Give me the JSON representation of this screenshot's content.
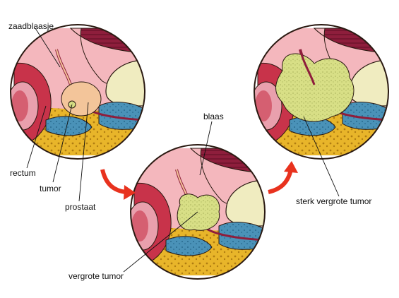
{
  "labels": {
    "seminal_vesicle": "zaadblaasje",
    "rectum": "rectum",
    "tumor": "tumor",
    "prostate": "prostaat",
    "bladder": "blaas",
    "enlarged_tumor": "vergrote tumor",
    "greatly_enlarged_tumor": "sterk vergrote tumor"
  },
  "colors": {
    "outline": "#2b1a12",
    "background": "#ffffff",
    "arrow": "#e8321e",
    "rectum_wall": "#c8334a",
    "rectum_inner": "#e9a0ad",
    "pink_tissue": "#f4b7bd",
    "bladder_muscle": "#8e1e3c",
    "fat": "#e8b52a",
    "blue_tissue": "#4a92b8",
    "bone": "#f0ecc0",
    "tumor": "#d8df86",
    "prostate": "#f3c59a"
  }
}
